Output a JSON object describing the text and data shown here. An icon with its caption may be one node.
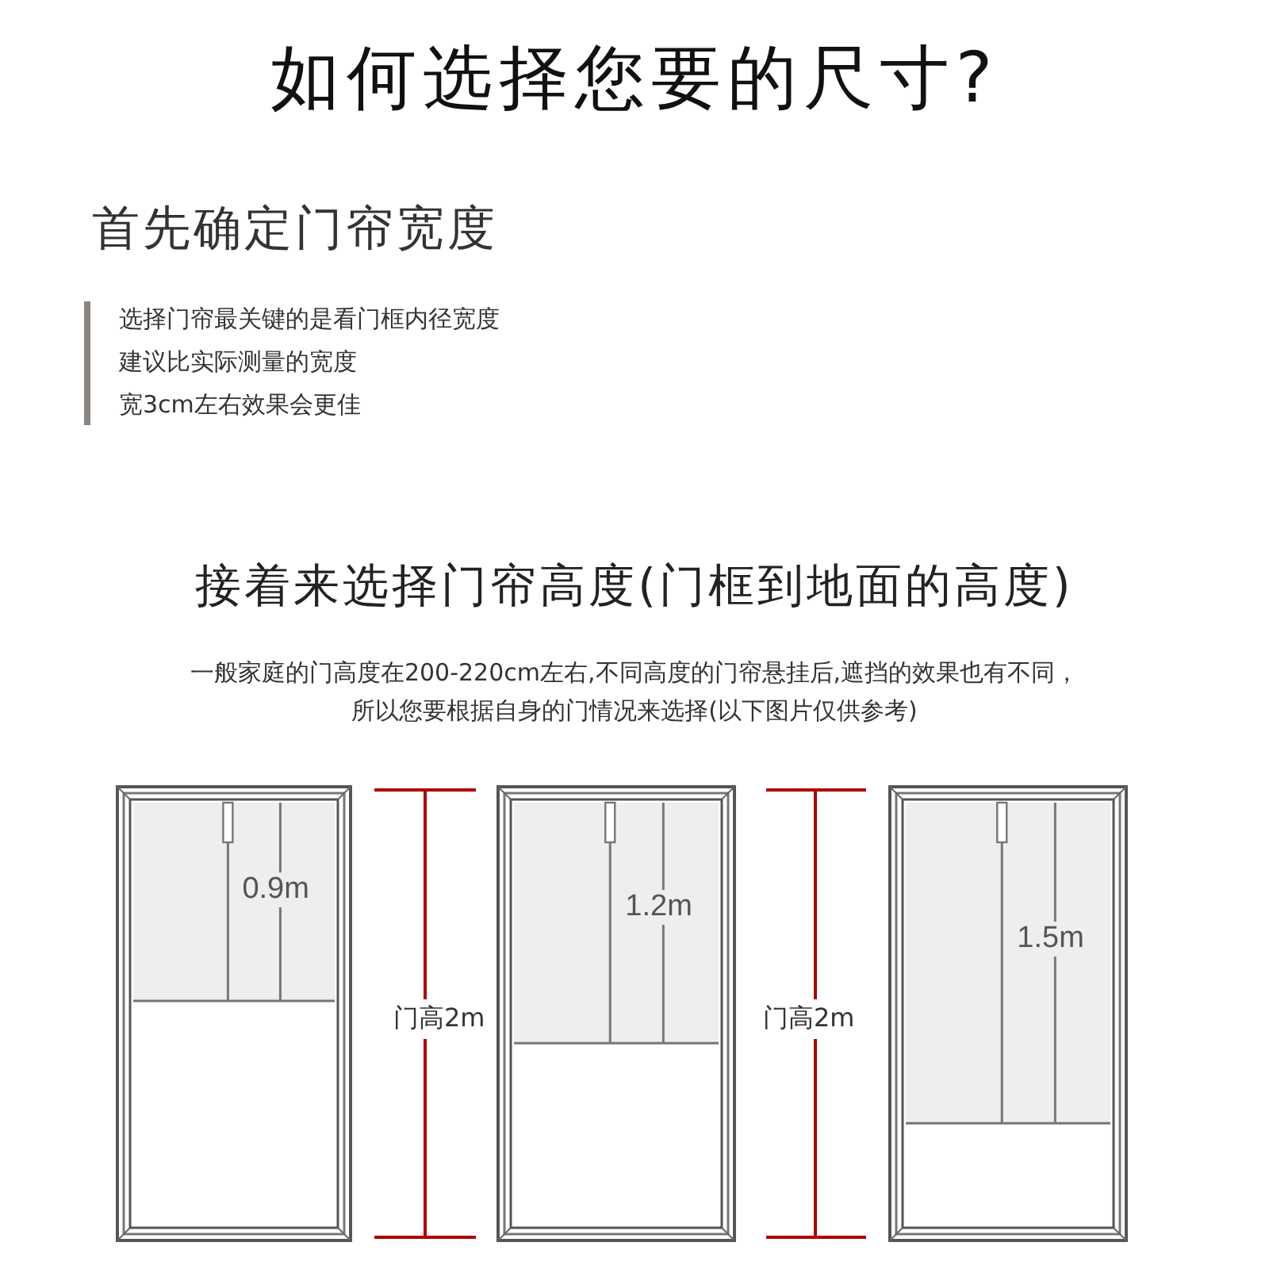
{
  "diagram": {
    "title": "如何选择您要的尺寸?",
    "nodes": [
      {
        "text": [
          "0.9m"
        ]
      },
      {
        "text": [
          "1.2m"
        ]
      },
      {
        "text": [
          "1.5m"
        ]
      }
    ],
    "labels": [
      "首先确定门帘宽度",
      "选择门帘最关键的是看门框内径宽度",
      "建议比实际测量的宽度",
      "宽3cm左右效果会更佳",
      "接着来选择门帘高度(门框到地面的高度)",
      "一般家庭的门高度在200-220cm左右,不同高度的门帘悬挂后,遮挡的效果也有不同，所以您要根据自身的门情况来选择(以下图片仅供参考)",
      "门高2m",
      "门高2m"
    ]
  }
}
